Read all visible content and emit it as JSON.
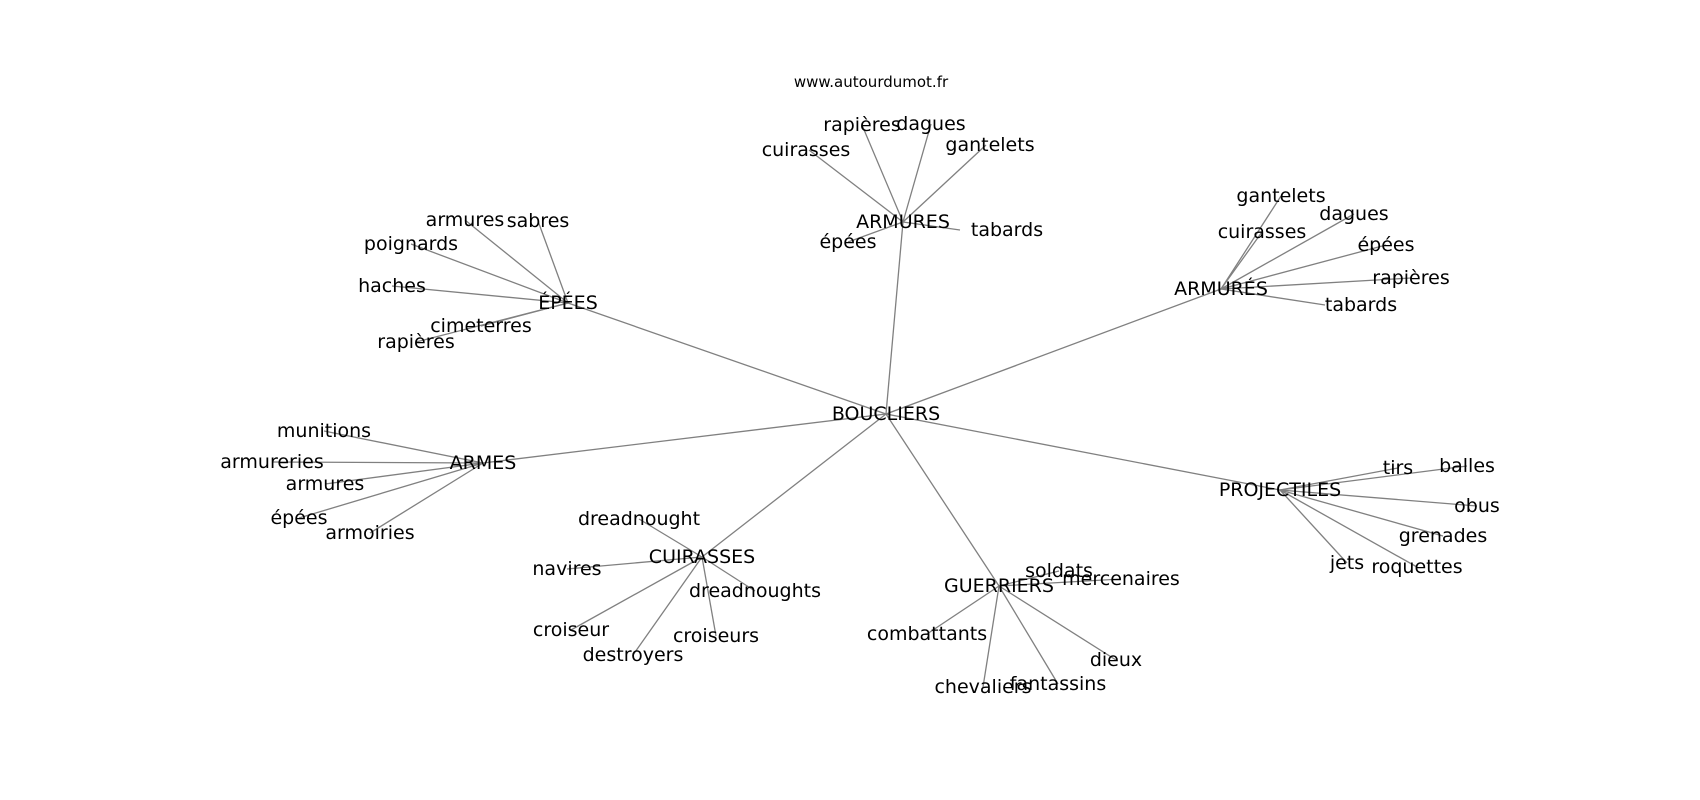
{
  "source": "www.autourdumot.fr",
  "root": {
    "label": "BOUCLIERS"
  },
  "clusters": [
    {
      "key": "armures",
      "label": "ARMURES",
      "leaves": [
        "cuirasses",
        "rapières",
        "dagues",
        "gantelets",
        "tabards",
        "épées"
      ]
    },
    {
      "key": "armurés",
      "label": "ARMURÉS",
      "leaves": [
        "gantelets",
        "dagues",
        "cuirasses",
        "épées",
        "rapières",
        "tabards"
      ]
    },
    {
      "key": "épées",
      "label": "ÉPÉES",
      "leaves": [
        "armures",
        "sabres",
        "poignards",
        "haches",
        "cimeterres",
        "rapières"
      ]
    },
    {
      "key": "armes",
      "label": "ARMES",
      "leaves": [
        "munitions",
        "armureries",
        "armures",
        "épées",
        "armoiries"
      ]
    },
    {
      "key": "cuirasses",
      "label": "CUIRASSES",
      "leaves": [
        "dreadnought",
        "navires",
        "dreadnoughts",
        "croiseur",
        "croiseurs",
        "destroyers"
      ]
    },
    {
      "key": "guerriers",
      "label": "GUERRIERS",
      "leaves": [
        "soldats",
        "mercenaires",
        "combattants",
        "dieux",
        "chevaliers",
        "fantassins"
      ]
    },
    {
      "key": "projectiles",
      "label": "PROJECTILES",
      "leaves": [
        "tirs",
        "balles",
        "obus",
        "grenades",
        "jets",
        "roquettes"
      ]
    }
  ]
}
